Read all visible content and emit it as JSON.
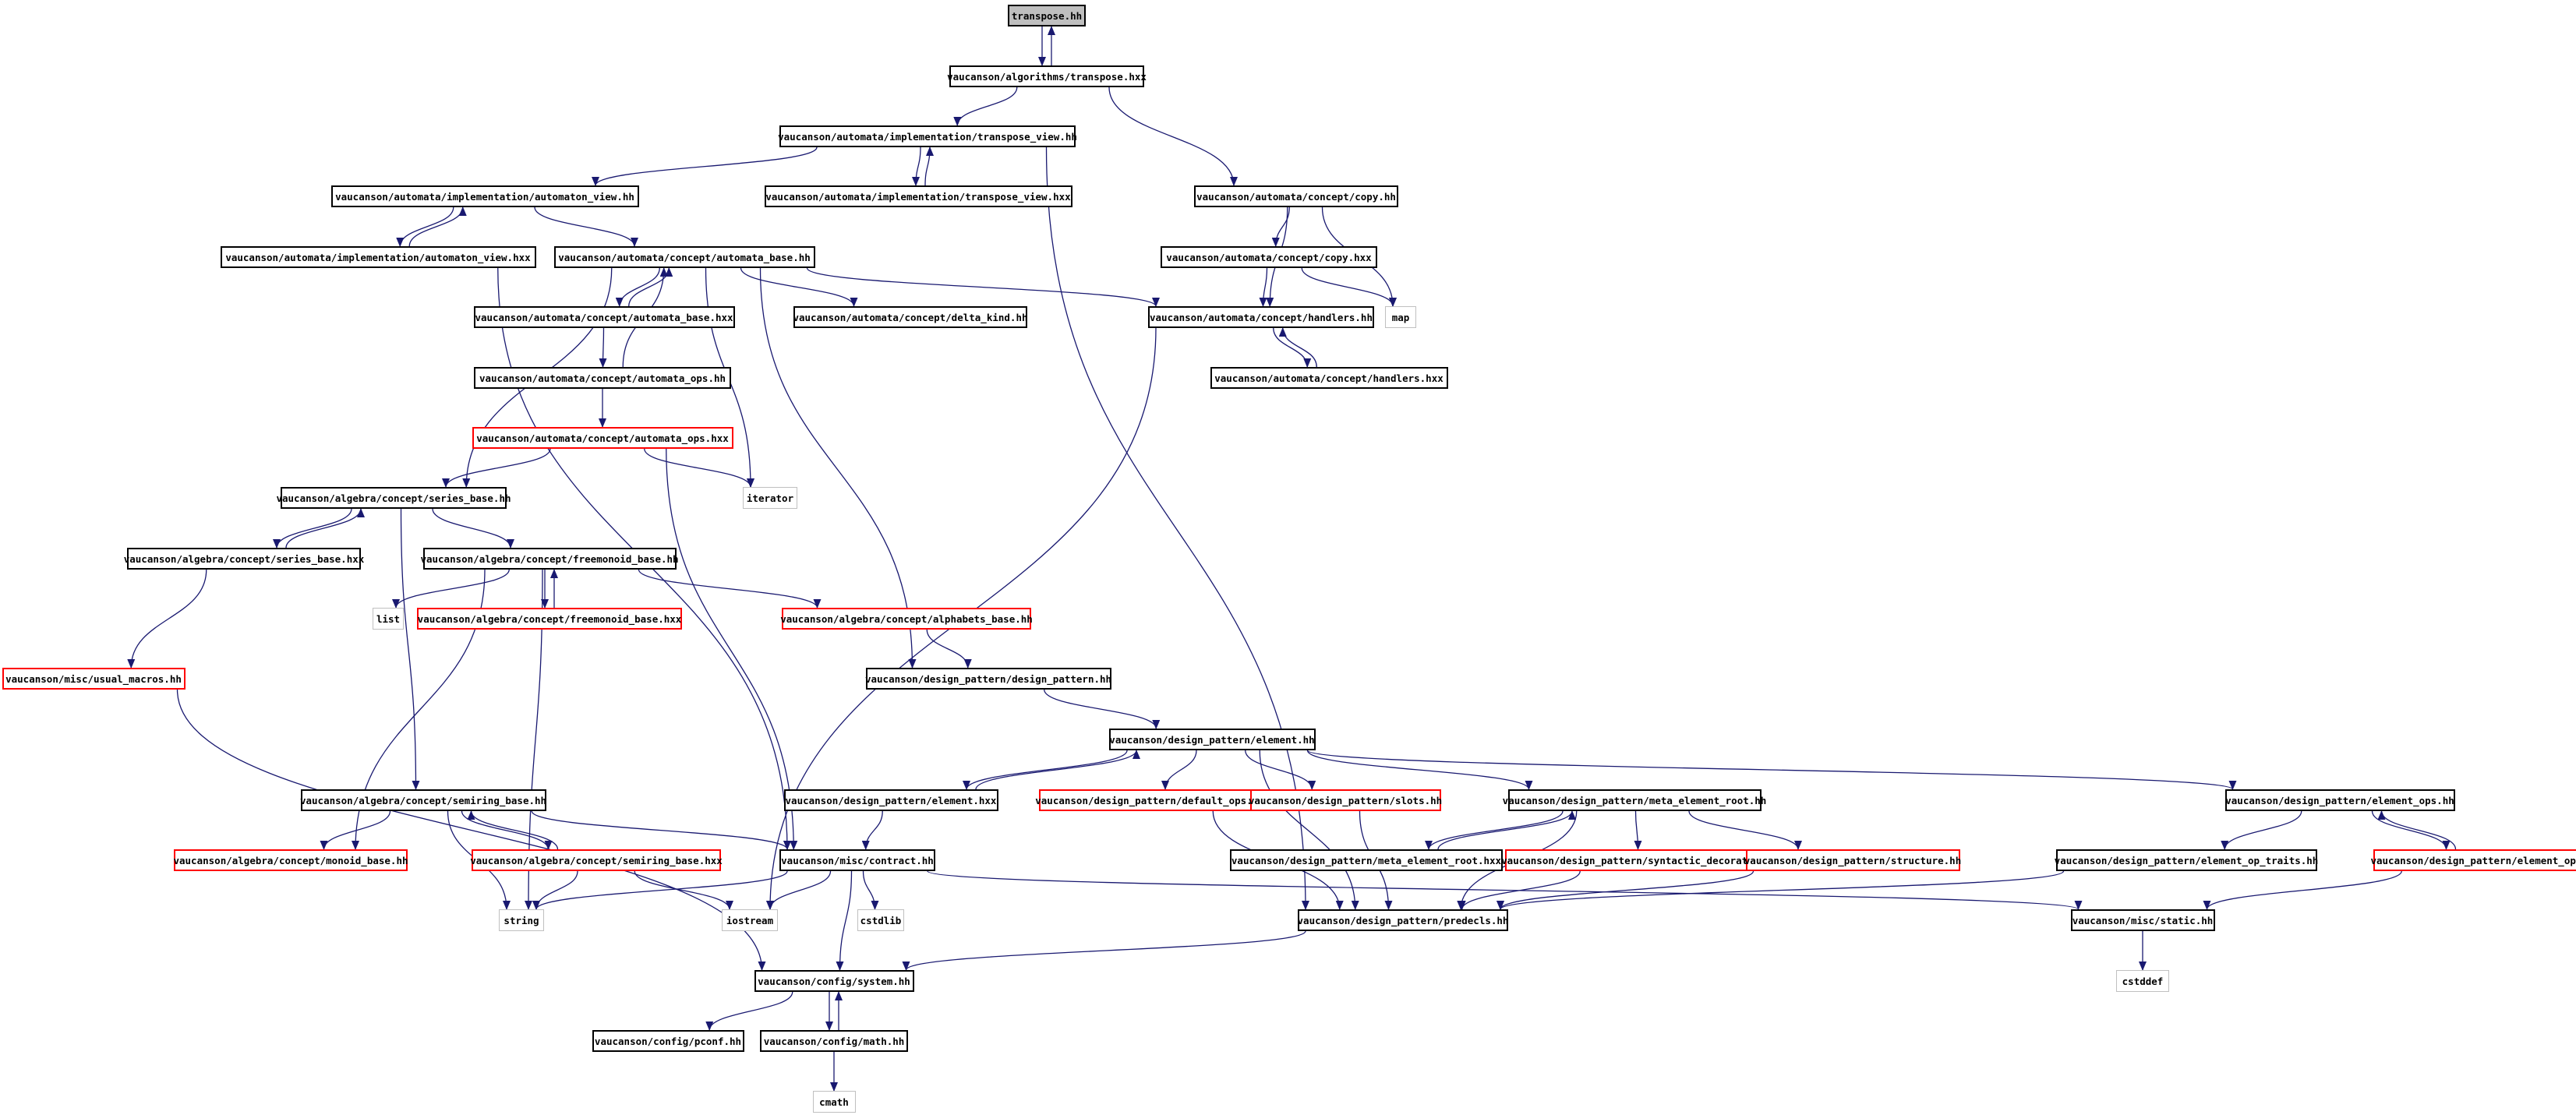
{
  "graph": {
    "edge_color": "#191970",
    "root_fill": "#bfbfbf",
    "nodes": {
      "transpose_hh": {
        "label": "transpose.hh",
        "style": "root"
      },
      "algo_transpose_hxx": {
        "label": "vaucanson/algorithms/transpose.hxx",
        "style": "normal"
      },
      "transpose_view_hh": {
        "label": "vaucanson/automata/implementation/transpose_view.hh",
        "style": "normal"
      },
      "automaton_view_hh": {
        "label": "vaucanson/automata/implementation/automaton_view.hh",
        "style": "normal"
      },
      "transpose_view_hxx": {
        "label": "vaucanson/automata/implementation/transpose_view.hxx",
        "style": "normal"
      },
      "copy_hh": {
        "label": "vaucanson/automata/concept/copy.hh",
        "style": "normal"
      },
      "automaton_view_hxx": {
        "label": "vaucanson/automata/implementation/automaton_view.hxx",
        "style": "normal"
      },
      "automata_base_hh": {
        "label": "vaucanson/automata/concept/automata_base.hh",
        "style": "normal"
      },
      "copy_hxx": {
        "label": "vaucanson/automata/concept/copy.hxx",
        "style": "normal"
      },
      "automata_base_hxx": {
        "label": "vaucanson/automata/concept/automata_base.hxx",
        "style": "normal"
      },
      "delta_kind_hh": {
        "label": "vaucanson/automata/concept/delta_kind.hh",
        "style": "normal"
      },
      "handlers_hh": {
        "label": "vaucanson/automata/concept/handlers.hh",
        "style": "normal"
      },
      "map": {
        "label": "map",
        "style": "external"
      },
      "automata_ops_hh": {
        "label": "vaucanson/automata/concept/automata_ops.hh",
        "style": "normal"
      },
      "handlers_hxx": {
        "label": "vaucanson/automata/concept/handlers.hxx",
        "style": "normal"
      },
      "automata_ops_hxx": {
        "label": "vaucanson/automata/concept/automata_ops.hxx",
        "style": "incomplete"
      },
      "series_base_hh": {
        "label": "vaucanson/algebra/concept/series_base.hh",
        "style": "normal"
      },
      "iterator": {
        "label": "iterator",
        "style": "external"
      },
      "series_base_hxx": {
        "label": "vaucanson/algebra/concept/series_base.hxx",
        "style": "normal"
      },
      "freemonoid_base_hh": {
        "label": "vaucanson/algebra/concept/freemonoid_base.hh",
        "style": "normal"
      },
      "list": {
        "label": "list",
        "style": "external"
      },
      "freemonoid_base_hxx": {
        "label": "vaucanson/algebra/concept/freemonoid_base.hxx",
        "style": "incomplete"
      },
      "alphabets_base_hh": {
        "label": "vaucanson/algebra/concept/alphabets_base.hh",
        "style": "incomplete"
      },
      "usual_macros_hh": {
        "label": "vaucanson/misc/usual_macros.hh",
        "style": "incomplete"
      },
      "design_pattern_hh": {
        "label": "vaucanson/design_pattern/design_pattern.hh",
        "style": "normal"
      },
      "element_hh": {
        "label": "vaucanson/design_pattern/element.hh",
        "style": "normal"
      },
      "semiring_base_hh": {
        "label": "vaucanson/algebra/concept/semiring_base.hh",
        "style": "normal"
      },
      "element_hxx": {
        "label": "vaucanson/design_pattern/element.hxx",
        "style": "normal"
      },
      "default_ops_hh": {
        "label": "vaucanson/design_pattern/default_ops.hh",
        "style": "incomplete"
      },
      "slots_hh": {
        "label": "vaucanson/design_pattern/slots.hh",
        "style": "incomplete"
      },
      "meta_element_root_hh": {
        "label": "vaucanson/design_pattern/meta_element_root.hh",
        "style": "normal"
      },
      "element_ops_hh": {
        "label": "vaucanson/design_pattern/element_ops.hh",
        "style": "normal"
      },
      "monoid_base_hh": {
        "label": "vaucanson/algebra/concept/monoid_base.hh",
        "style": "incomplete"
      },
      "semiring_base_hxx": {
        "label": "vaucanson/algebra/concept/semiring_base.hxx",
        "style": "incomplete"
      },
      "contract_hh": {
        "label": "vaucanson/misc/contract.hh",
        "style": "normal"
      },
      "meta_element_root_hxx": {
        "label": "vaucanson/design_pattern/meta_element_root.hxx",
        "style": "normal"
      },
      "syntactic_decorator_hh": {
        "label": "vaucanson/design_pattern/syntactic_decorator.hh",
        "style": "incomplete"
      },
      "structure_hh": {
        "label": "vaucanson/design_pattern/structure.hh",
        "style": "incomplete"
      },
      "element_op_traits_hh": {
        "label": "vaucanson/design_pattern/element_op_traits.hh",
        "style": "normal"
      },
      "element_ops_hxx": {
        "label": "vaucanson/design_pattern/element_ops.hxx",
        "style": "incomplete"
      },
      "string": {
        "label": "string",
        "style": "external"
      },
      "iostream": {
        "label": "iostream",
        "style": "external"
      },
      "cstdlib": {
        "label": "cstdlib",
        "style": "external"
      },
      "predecls_hh": {
        "label": "vaucanson/design_pattern/predecls.hh",
        "style": "normal"
      },
      "static_hh": {
        "label": "vaucanson/misc/static.hh",
        "style": "normal"
      },
      "system_hh": {
        "label": "vaucanson/config/system.hh",
        "style": "normal"
      },
      "cstddef": {
        "label": "cstddef",
        "style": "external"
      },
      "pconf_hh": {
        "label": "vaucanson/config/pconf.hh",
        "style": "normal"
      },
      "math_hh": {
        "label": "vaucanson/config/math.hh",
        "style": "normal"
      },
      "cmath": {
        "label": "cmath",
        "style": "external"
      }
    }
  }
}
